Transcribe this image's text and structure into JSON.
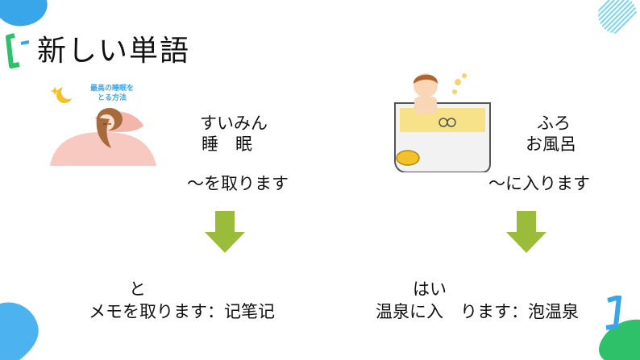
{
  "title": "新しい単語",
  "left": {
    "image_caption_line1": "最高の睡眠を",
    "image_caption_line2": "とる方法",
    "reading": "すいみん",
    "kanji": "睡　眠",
    "phrase": "〜を取ります",
    "result_reading": "と",
    "result_line": "メモを取ります：记笔记"
  },
  "right": {
    "reading": "ふろ",
    "kanji": "お風呂",
    "phrase": "〜に入ります",
    "result_reading": "はい",
    "result_line": "温泉に入　ります：泡温泉"
  },
  "colors": {
    "arrow_fill": "#9bbb3b",
    "accent_blue": "#3aa6ea",
    "accent_green": "#2fc16a"
  }
}
